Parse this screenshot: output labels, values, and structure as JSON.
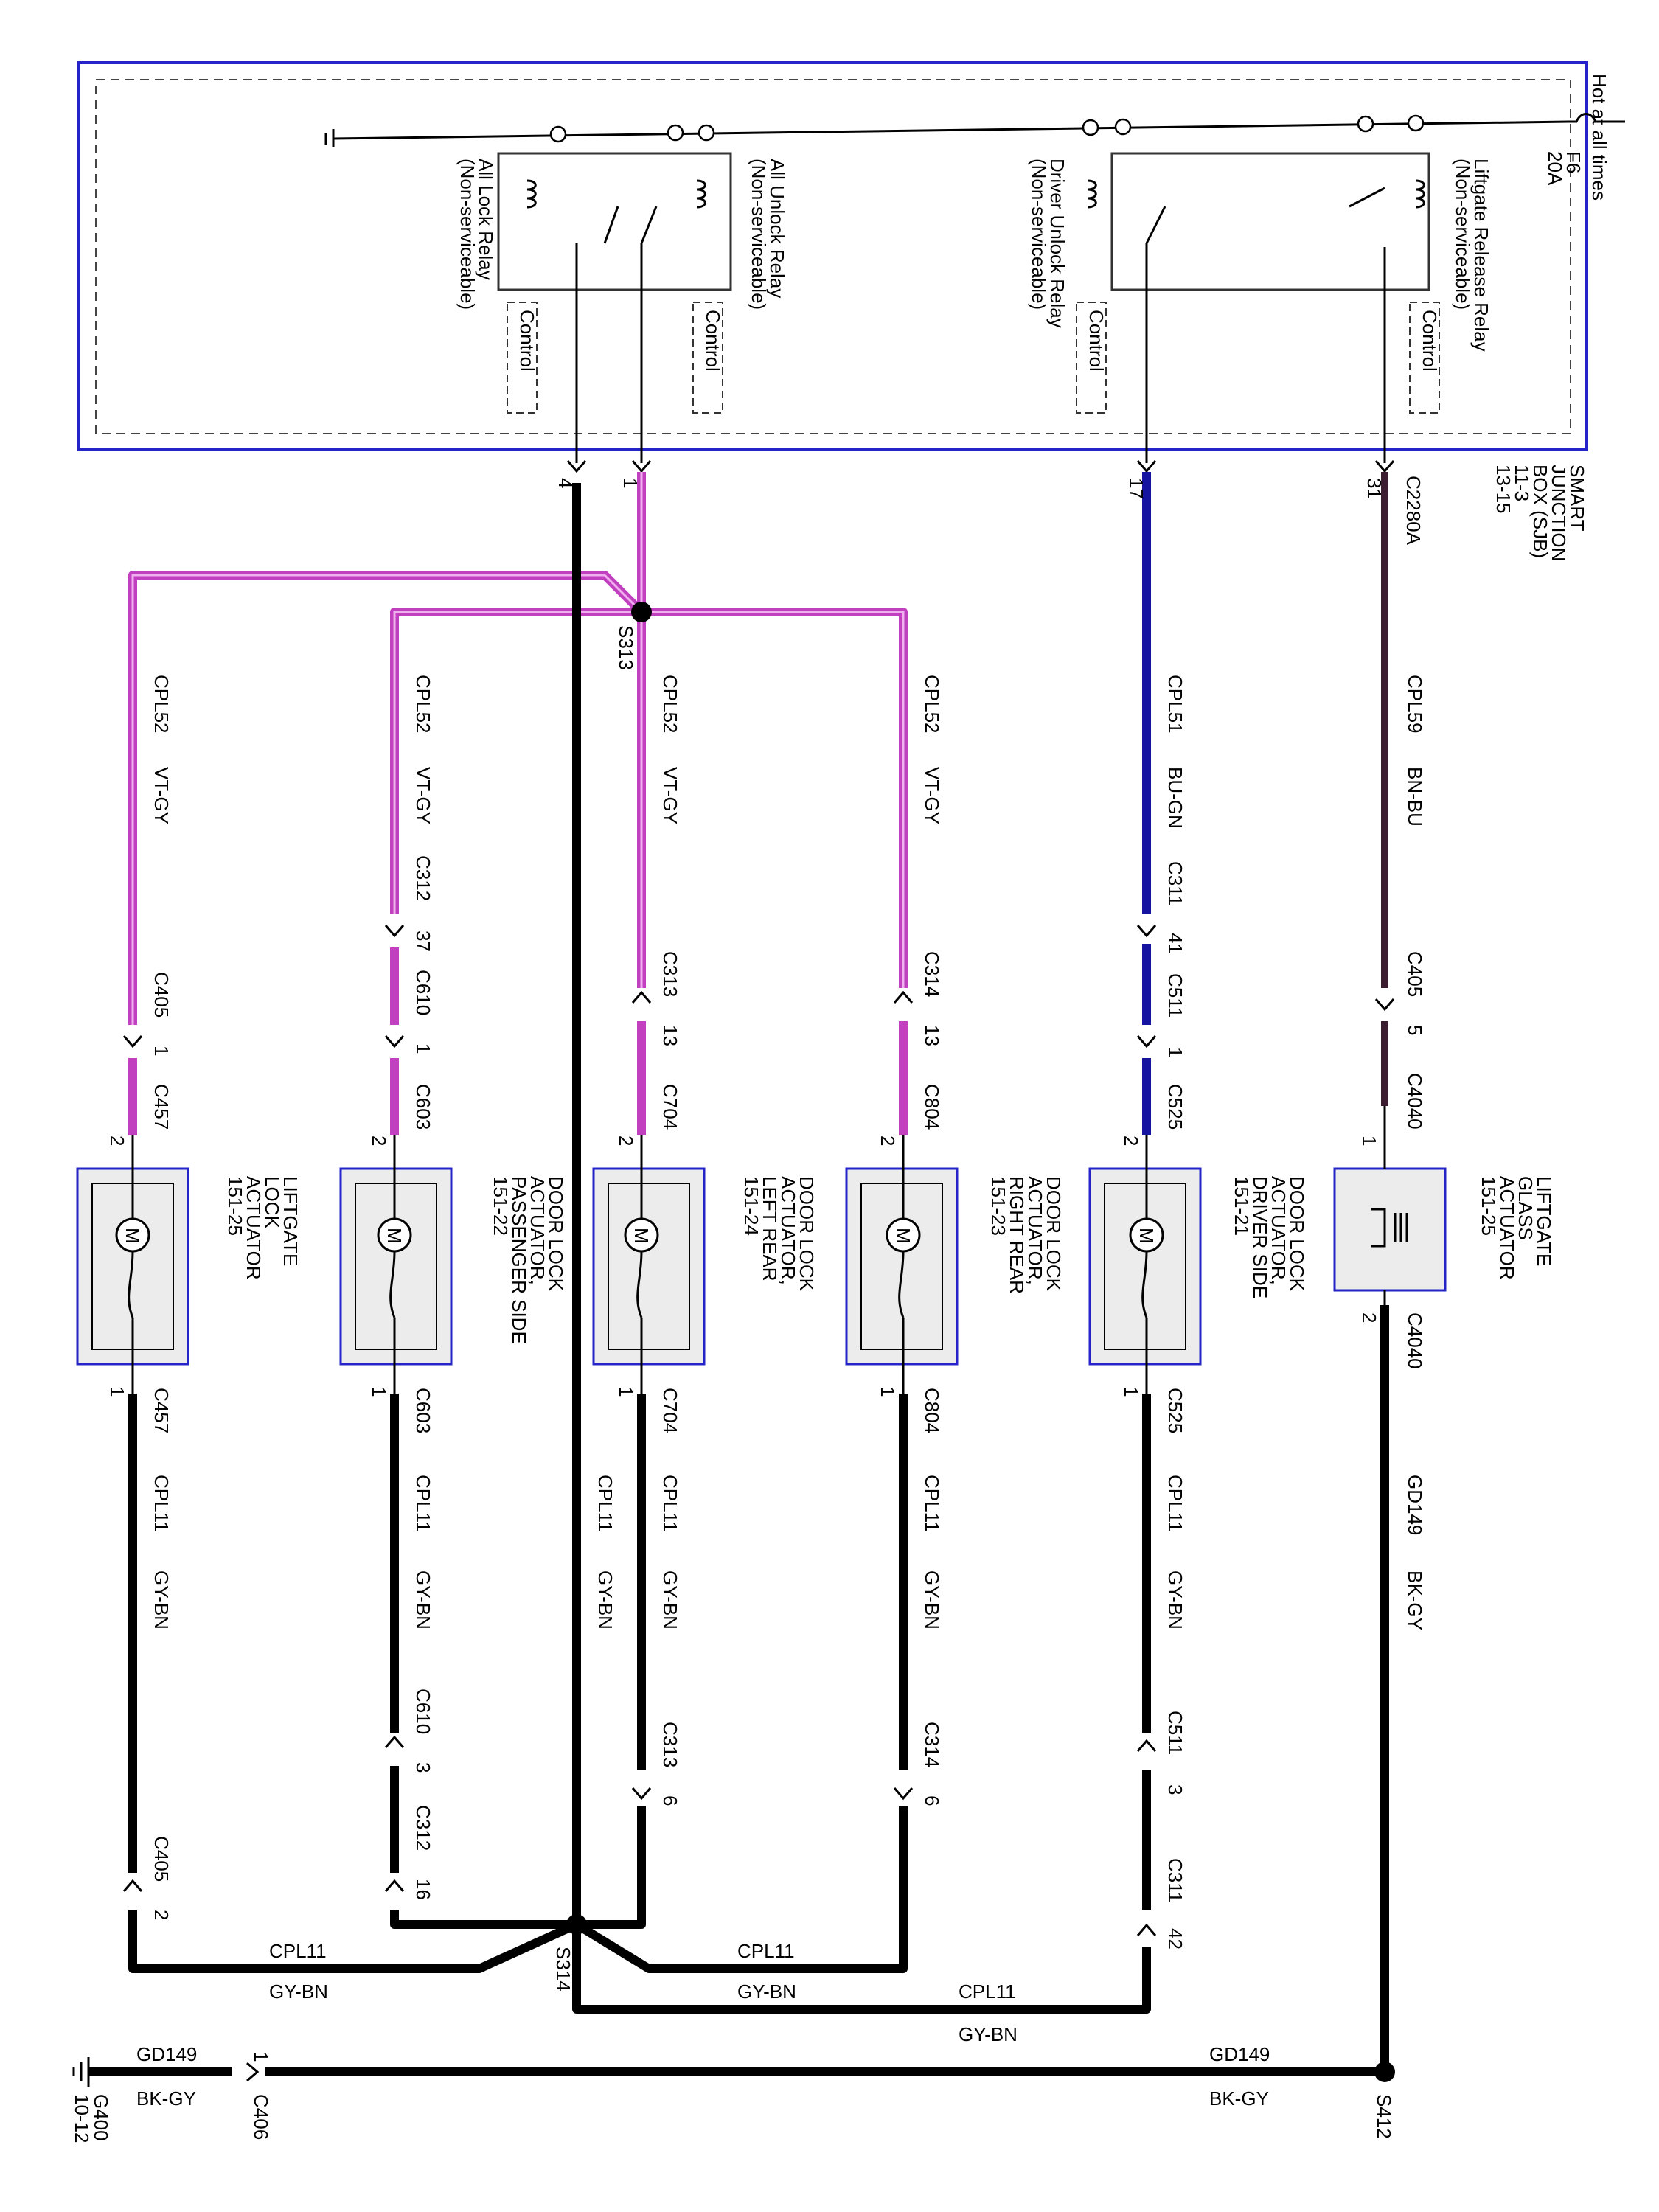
{
  "colors": {
    "box_border": "#2424c8",
    "box_fill": "#ececec",
    "wire_vtgy": "#c040c0",
    "wire_bugn": "#1414a0",
    "wire_bnbu": "#3c1c30",
    "wire_gybn": "#000000"
  },
  "power": {
    "hot_label": "Hot at all times",
    "fuse": "F6",
    "fuse_rating": "20A"
  },
  "sjb": {
    "title": [
      "SMART",
      "JUNCTION",
      "BOX (SJB)",
      "11-3",
      "13-15"
    ],
    "connector": "C2280A"
  },
  "relays": [
    {
      "name": "Liftgate Release Relay",
      "note": "(Non-serviceable)",
      "control": "Control"
    },
    {
      "name": "Driver Unlock Relay",
      "note": "(Non-serviceable)",
      "control": "Control"
    },
    {
      "name": "All Unlock Relay",
      "note": "(Non-serviceable)",
      "control": "Control"
    },
    {
      "name": "All Lock Relay",
      "note": "(Non-serviceable)",
      "control": "Control"
    }
  ],
  "pins": {
    "p31": "31",
    "p17": "17",
    "p1": "1",
    "p4": "4"
  },
  "circuits": {
    "cpl59": "CPL59",
    "bnbu": "BN-BU",
    "cpl51": "CPL51",
    "bugn": "BU-GN",
    "cpl52": "CPL52",
    "vtgy": "VT-GY",
    "cpl11": "CPL11",
    "gybn": "GY-BN",
    "gd149": "GD149",
    "bkgy": "BK-GY"
  },
  "splices": {
    "s313": "S313",
    "s314": "S314",
    "s412": "S412"
  },
  "connectors": {
    "c405_5": "C405",
    "c405_5p": "5",
    "c4040": "C4040",
    "c311_41": "C311",
    "c311_41p": "41",
    "c511_1": "C511",
    "c511_1p": "1",
    "c525": "C525",
    "c314_13": "C314",
    "c314_13p": "13",
    "c804": "C804",
    "c313_13": "C313",
    "c313_13p": "13",
    "c704": "C704",
    "c312_37": "C312",
    "c312_37p": "37",
    "c610_1": "C610",
    "c610_1p": "1",
    "c603": "C603",
    "c405_1": "C405",
    "c405_1p": "1",
    "c457": "C457",
    "c511_3": "C511",
    "c511_3p": "3",
    "c311_42": "C311",
    "c311_42p": "42",
    "c314_6": "C314",
    "c314_6p": "6",
    "c313_6": "C313",
    "c313_6p": "6",
    "c610_3": "C610",
    "c610_3p": "3",
    "c312_16": "C312",
    "c312_16p": "16",
    "c405_2": "C405",
    "c405_2p": "2",
    "c406": "C406"
  },
  "components": [
    {
      "id": "glass",
      "label": [
        "LIFTGATE",
        "GLASS",
        "ACTUATOR",
        "151-25"
      ],
      "pin_top": "1",
      "pin_bot": "2"
    },
    {
      "id": "driver",
      "label": [
        "DOOR LOCK",
        "ACTUATOR,",
        "DRIVER SIDE",
        "151-21"
      ],
      "pin_top": "2",
      "pin_bot": "1"
    },
    {
      "id": "rr",
      "label": [
        "DOOR LOCK",
        "ACTUATOR,",
        "RIGHT REAR",
        "151-23"
      ],
      "pin_top": "2",
      "pin_bot": "1"
    },
    {
      "id": "lr",
      "label": [
        "DOOR LOCK",
        "ACTUATOR,",
        "LEFT REAR",
        "151-24"
      ],
      "pin_top": "2",
      "pin_bot": "1"
    },
    {
      "id": "pass",
      "label": [
        "DOOR LOCK",
        "ACTUATOR,",
        "PASSENGER SIDE",
        "151-22"
      ],
      "pin_top": "2",
      "pin_bot": "1"
    },
    {
      "id": "liftlock",
      "label": [
        "LIFTGATE",
        "LOCK",
        "ACTUATOR",
        "151-25"
      ],
      "pin_top": "2",
      "pin_bot": "1"
    }
  ],
  "motor_glyph": "M",
  "ground": {
    "name": "G400",
    "ref": "10-12",
    "pin": "1"
  }
}
